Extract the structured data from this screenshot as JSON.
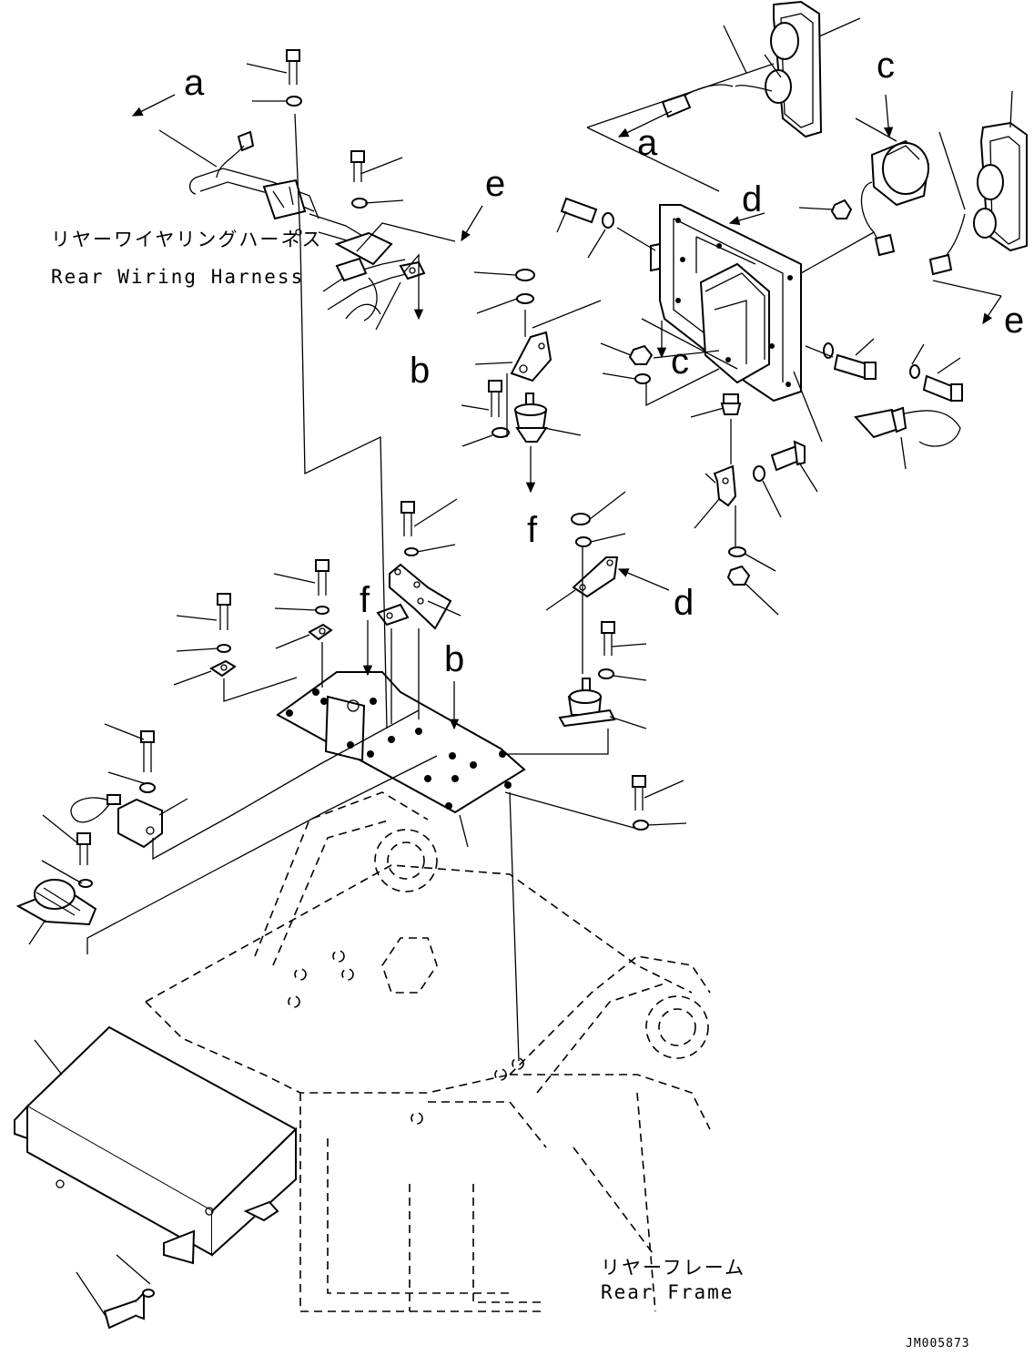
{
  "drawing_id": "JM005873",
  "labels": {
    "rear_wiring_harness_jp": "リヤーワイヤリングハーネス",
    "rear_wiring_harness_en": "Rear Wiring Harness",
    "rear_frame_jp": "リヤーフレーム",
    "rear_frame_en": "Rear Frame"
  },
  "callouts": {
    "a": "a",
    "b": "b",
    "c": "c",
    "d": "d",
    "e": "e",
    "f": "f"
  }
}
